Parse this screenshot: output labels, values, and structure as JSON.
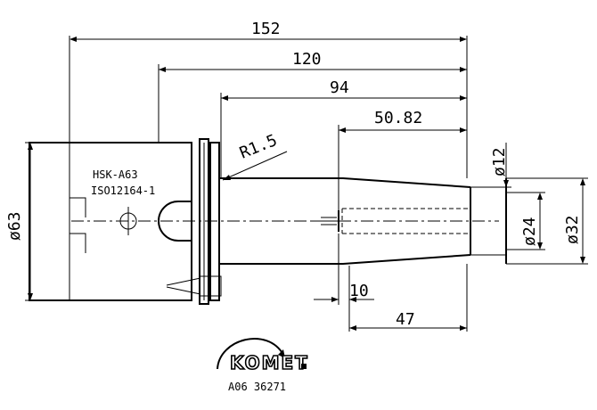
{
  "dimensions": {
    "length_152": "152",
    "length_120": "120",
    "length_94": "94",
    "length_50_82": "50.82",
    "radius": "R1.5",
    "dia_12": "ø12",
    "dia_24": "ø24",
    "dia_32": "ø32",
    "dia_63": "ø63",
    "length_10": "10",
    "length_47": "47"
  },
  "labels": {
    "interface": "HSK-A63",
    "standard": "ISO12164-1"
  },
  "brand": {
    "name": "KOMET",
    "article_number": "A06 36271"
  }
}
